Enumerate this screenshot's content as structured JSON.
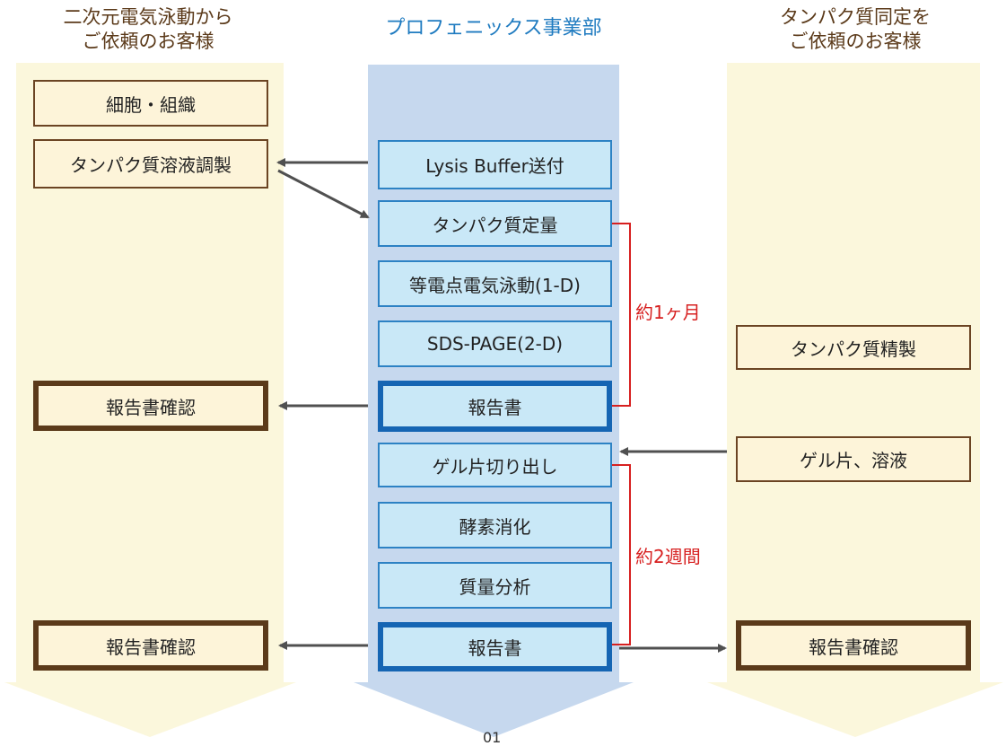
{
  "columns": {
    "left": {
      "title_line1": "二次元電気泳動から",
      "title_line2": "ご依頼のお客様"
    },
    "center": {
      "title": "プロフェニックス事業部"
    },
    "right": {
      "title_line1": "タンパク質同定を",
      "title_line2": "ご依頼のお客様"
    }
  },
  "left_boxes": {
    "cells": "細胞・組織",
    "prep": "タンパク質溶液調製",
    "confirm1": "報告書確認",
    "confirm2": "報告書確認"
  },
  "center_boxes": {
    "lysis": "Lysis Buffer送付",
    "quant": "タンパク質定量",
    "ief": "等電点電気泳動(1-D)",
    "sds": "SDS-PAGE(2-D)",
    "report1": "報告書",
    "gel_cut": "ゲル片切り出し",
    "digest": "酵素消化",
    "ms": "質量分析",
    "report2": "報告書"
  },
  "right_boxes": {
    "purify": "タンパク質精製",
    "gel_solution": "ゲル片、溶液",
    "confirm": "報告書確認"
  },
  "durations": {
    "first": "約1ヶ月",
    "second": "約2週間"
  },
  "page_number": "01",
  "colors": {
    "side_column": "#fbf7dc",
    "center_column": "#c6d8ee",
    "brown_border": "#5b3a1a",
    "blue_border": "#1565b3",
    "red_bracket": "#d72020",
    "arrow": "#505050"
  }
}
